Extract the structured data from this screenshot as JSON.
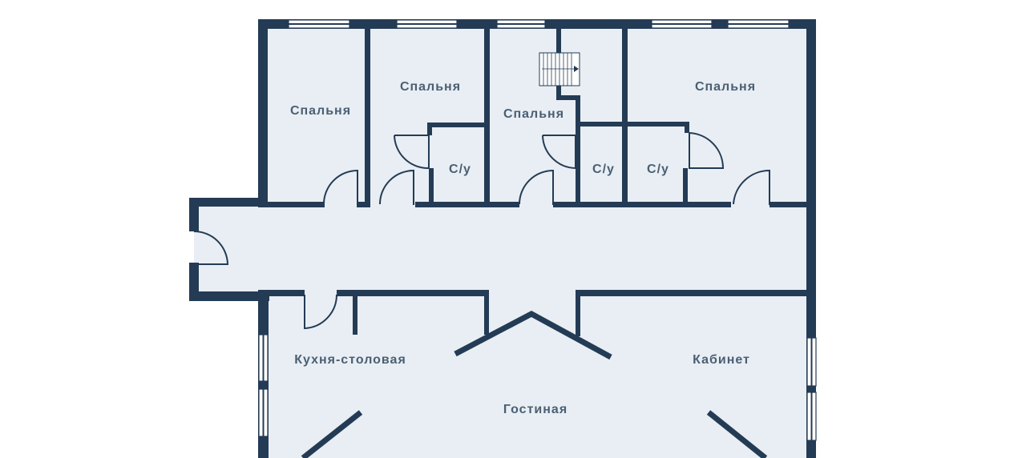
{
  "colors": {
    "wall": "#243b55",
    "floor": "#e8eef3",
    "label": "#4b5f74"
  },
  "rooms": [
    {
      "id": "bedroom-1",
      "label": "Спальня"
    },
    {
      "id": "bedroom-2",
      "label": "Спальня"
    },
    {
      "id": "bedroom-3",
      "label": "Спальня"
    },
    {
      "id": "bedroom-4",
      "label": "Спальня"
    },
    {
      "id": "bathroom-1",
      "label": "С/у"
    },
    {
      "id": "bathroom-2",
      "label": "С/у"
    },
    {
      "id": "bathroom-3",
      "label": "С/у"
    },
    {
      "id": "kitchen-dining",
      "label": "Кухня-столовая"
    },
    {
      "id": "study",
      "label": "Кабинет"
    },
    {
      "id": "living-room",
      "label": "Гостиная"
    }
  ]
}
